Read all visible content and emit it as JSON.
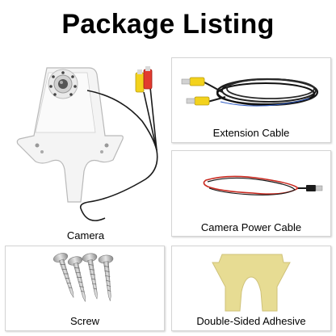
{
  "title": "Package Listing",
  "items": {
    "camera": {
      "label": "Camera"
    },
    "extension_cable": {
      "label": "Extension Cable"
    },
    "power_cable": {
      "label": "Camera Power Cable"
    },
    "screw": {
      "label": "Screw"
    },
    "adhesive": {
      "label": "Double-Sided Adhesive"
    }
  },
  "colors": {
    "connector_yellow": "#f3d21c",
    "connector_red": "#e23a2e",
    "cable_black": "#1a1a1a",
    "power_red": "#c8281e",
    "adhesive_tan": "#e7dc93"
  }
}
